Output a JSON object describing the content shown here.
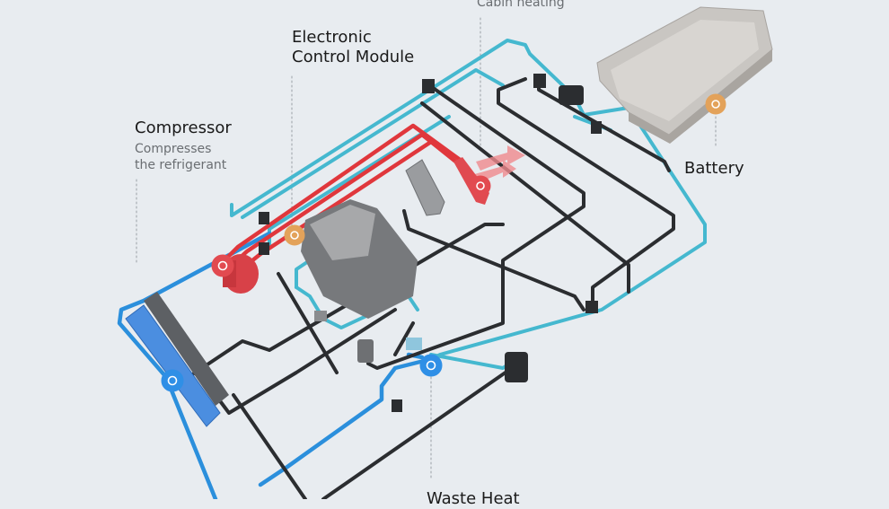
{
  "labels": {
    "cabin_heating": "Cabin heating",
    "ecm_line1": "Electronic",
    "ecm_line2": "Control Module",
    "compressor": "Compressor",
    "compressor_desc_line1": "Compresses",
    "compressor_desc_line2": "the refrigerant",
    "battery": "Battery",
    "waste_heat": "Waste Heat"
  },
  "colors": {
    "coolant_pipe": "#45b8cf",
    "return_pipe": "#2b2d30",
    "refrigerant_hot": "#e0373c",
    "radiator_coolant": "#2b8fdc",
    "marker_orange": "#e3a25a",
    "marker_red": "#e24a50",
    "marker_blue": "#2f8fe6"
  }
}
